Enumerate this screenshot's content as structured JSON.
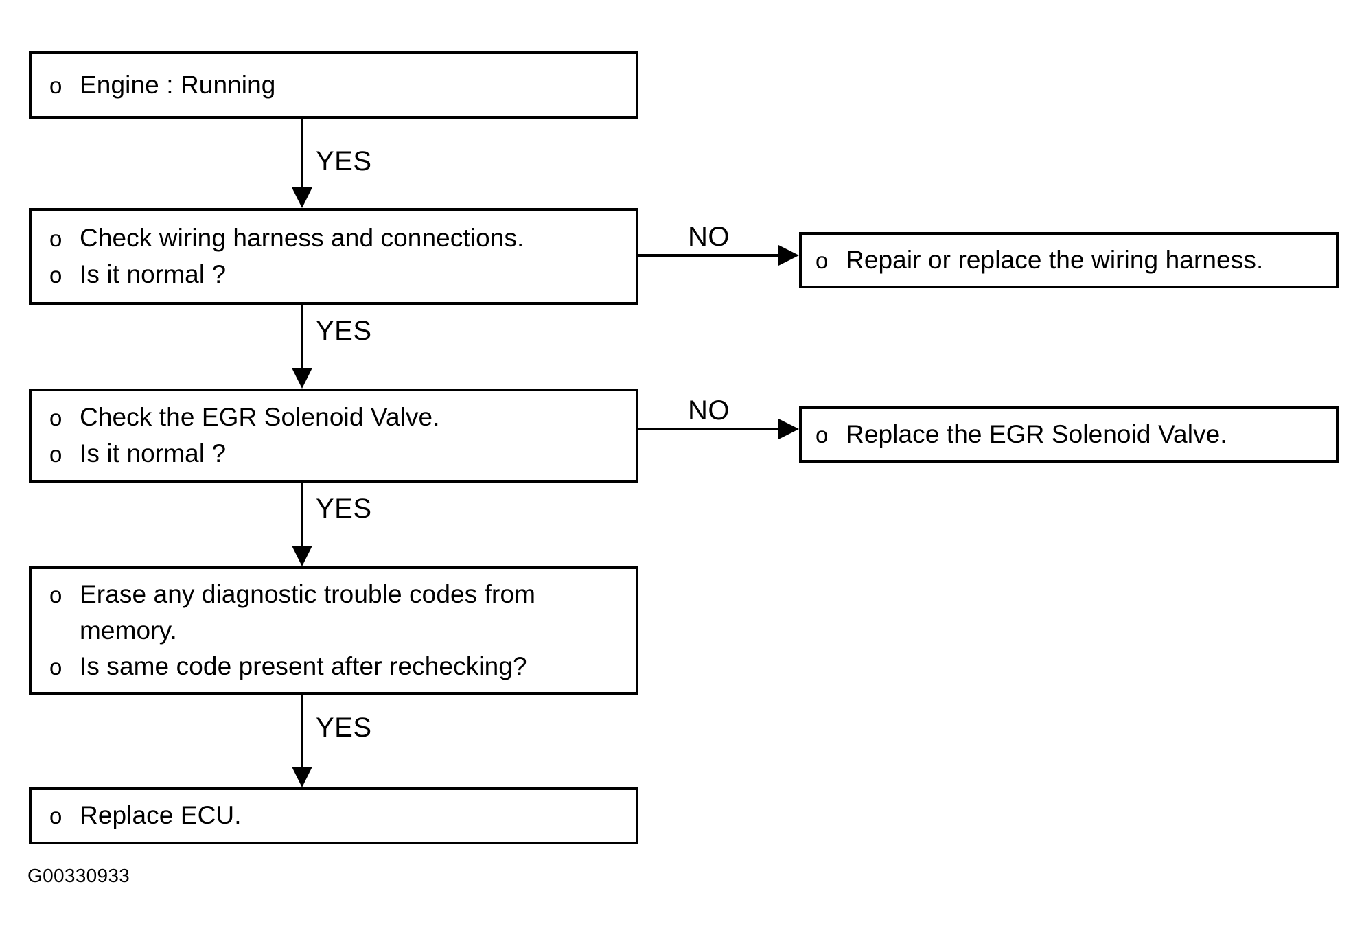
{
  "figure": {
    "id_label": "G00330933",
    "type": "diagnostic-flowchart",
    "bullet_glyph": "o",
    "ink_color": "#000000",
    "background_color": "#ffffff"
  },
  "nodes": [
    {
      "name": "engine-running",
      "lines": [
        {
          "bullet": "o",
          "text": "Engine : Running"
        }
      ]
    },
    {
      "name": "check-wiring-harness",
      "lines": [
        {
          "bullet": "o",
          "text": "Check wiring harness and connections."
        },
        {
          "bullet": "o",
          "text": "Is it normal ?"
        }
      ]
    },
    {
      "name": "check-egr-solenoid-valve",
      "lines": [
        {
          "bullet": "o",
          "text": "Check the EGR Solenoid Valve."
        },
        {
          "bullet": "o",
          "text": "Is it normal ?"
        }
      ]
    },
    {
      "name": "erase-trouble-codes",
      "lines": [
        {
          "bullet": "o",
          "text": "Erase any diagnostic trouble codes from"
        },
        {
          "bullet": "",
          "text": "memory."
        },
        {
          "bullet": "o",
          "text": "Is same code present after rechecking?"
        }
      ]
    },
    {
      "name": "replace-ecu",
      "lines": [
        {
          "bullet": "o",
          "text": "Replace ECU."
        }
      ]
    },
    {
      "name": "repair-replace-wiring-harness",
      "lines": [
        {
          "bullet": "o",
          "text": "Repair or replace the wiring harness."
        }
      ]
    },
    {
      "name": "replace-egr-solenoid-valve",
      "lines": [
        {
          "bullet": "o",
          "text": "Replace the EGR Solenoid Valve."
        }
      ]
    }
  ],
  "branches": {
    "yes_1": "YES",
    "yes_2": "YES",
    "yes_3": "YES",
    "yes_4": "YES",
    "no_1": "NO",
    "no_2": "NO"
  }
}
